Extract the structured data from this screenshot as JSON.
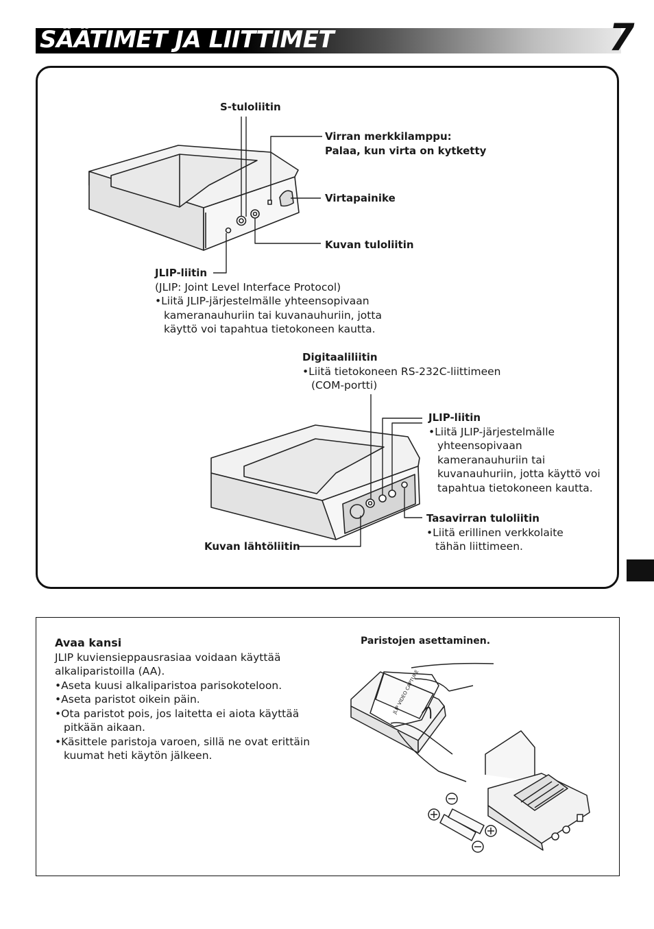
{
  "page": {
    "title": "SÄÄTIMET JA LIITTIMET",
    "number": "7"
  },
  "top_device": {
    "s_input": "S-tuloliitin",
    "power_lamp": {
      "title": "Virran merkkilamppu:",
      "desc": "Palaa, kun virta on kytketty"
    },
    "power_button": "Virtapainike",
    "video_input": "Kuvan tuloliitin",
    "jlip": {
      "title": "JLIP-liitin",
      "lines": [
        "(JLIP:  Joint Level Interface Protocol)",
        "•Liitä JLIP-järjestelmälle yhteensopivaan",
        "kameranauhuriin tai kuvanauhuriin, jotta",
        "käyttö voi tapahtua tietokoneen kautta."
      ]
    }
  },
  "rear_device": {
    "digital": {
      "title": "Digitaaliliitin",
      "lines": [
        "•Liitä tietokoneen RS-232C-liittimeen",
        "(COM-portti)"
      ]
    },
    "jlip": {
      "title": "JLIP-liitin",
      "lines": [
        "•Liitä JLIP-järjestelmälle",
        "yhteensopivaan",
        "kameranauhuriin tai",
        "kuvanauhuriin, jotta käyttö voi",
        "tapahtua tietokoneen kautta."
      ]
    },
    "dc_input": {
      "title": "Tasavirran tuloliitin",
      "lines": [
        "•Liitä erillinen verkkolaite",
        "tähän liittimeen."
      ]
    },
    "video_output": "Kuvan lähtöliitin"
  },
  "battery": {
    "heading": "Avaa kansi",
    "lines": [
      "JLIP kuviensieppausrasiaa voidaan käyttää",
      "alkaliparistoilla (AA).",
      "•Aseta kuusi alkaliparistoa parisokoteloon.",
      "•Aseta paristot oikein päin.",
      "•Ota paristot pois, jos laitetta ei aiota käyttää",
      "pitkään aikaan.",
      "•Käsittele paristoja varoen, sillä ne ovat erittäin",
      "kuumat heti käytön jälkeen."
    ],
    "illustration_caption": "Paristojen asettaminen.",
    "device_label": "JLIP VIDEO CAPTURE"
  },
  "colors": {
    "ink": "#1a1a1a",
    "device_fill": "#f2f2f2",
    "device_shade": "#d6d6d6"
  }
}
